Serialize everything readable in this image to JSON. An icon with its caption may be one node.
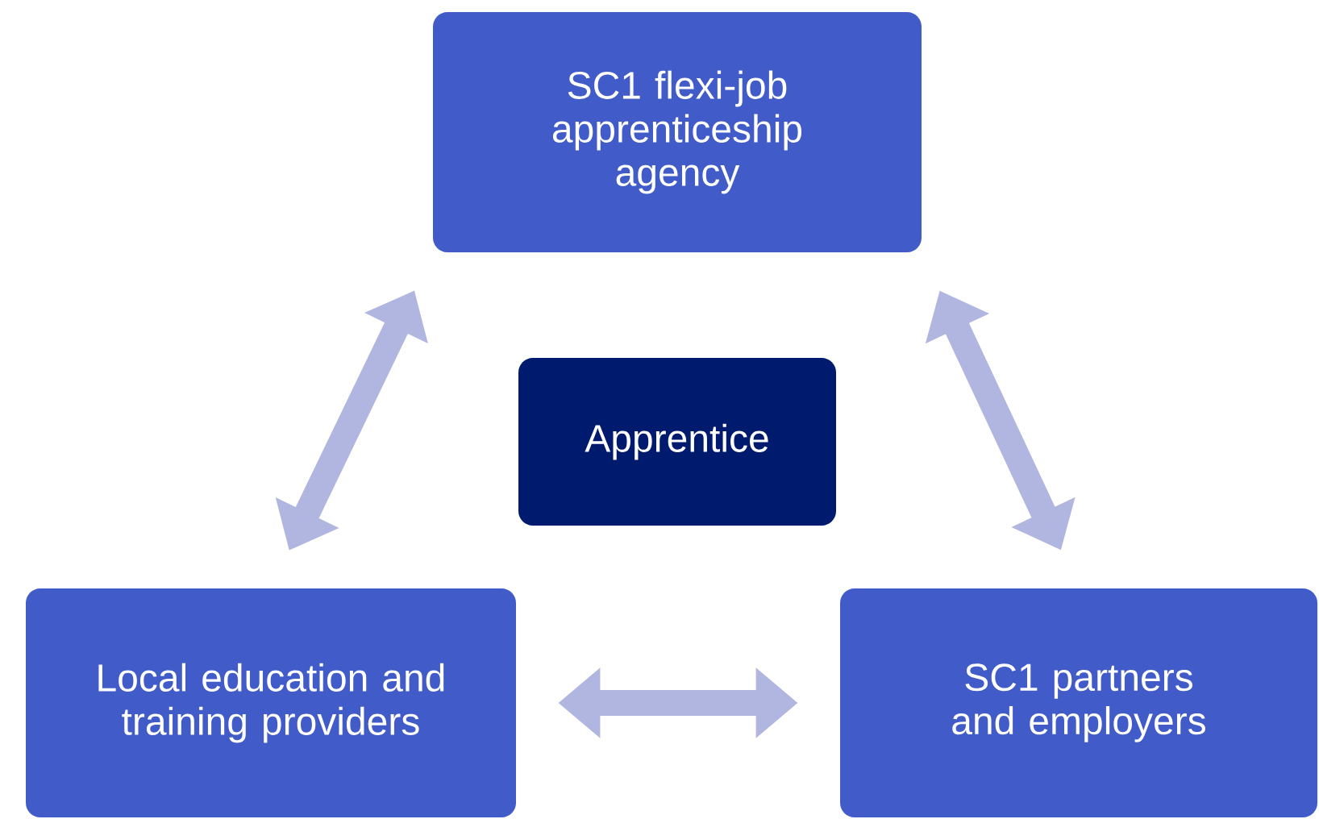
{
  "diagram": {
    "nodes": [
      {
        "text": [
          "SC1 flexi-job apprenticeship agency"
        ]
      },
      {
        "text": [
          "Apprentice"
        ]
      },
      {
        "text": [
          "Local education and training providers"
        ]
      },
      {
        "text": [
          "SC1 partners and employers"
        ]
      }
    ],
    "edges": [
      {
        "from": 0,
        "to": 2,
        "arrow": "both"
      },
      {
        "from": 0,
        "to": 3,
        "arrow": "both"
      },
      {
        "from": 2,
        "to": 3,
        "arrow": "both"
      }
    ]
  }
}
